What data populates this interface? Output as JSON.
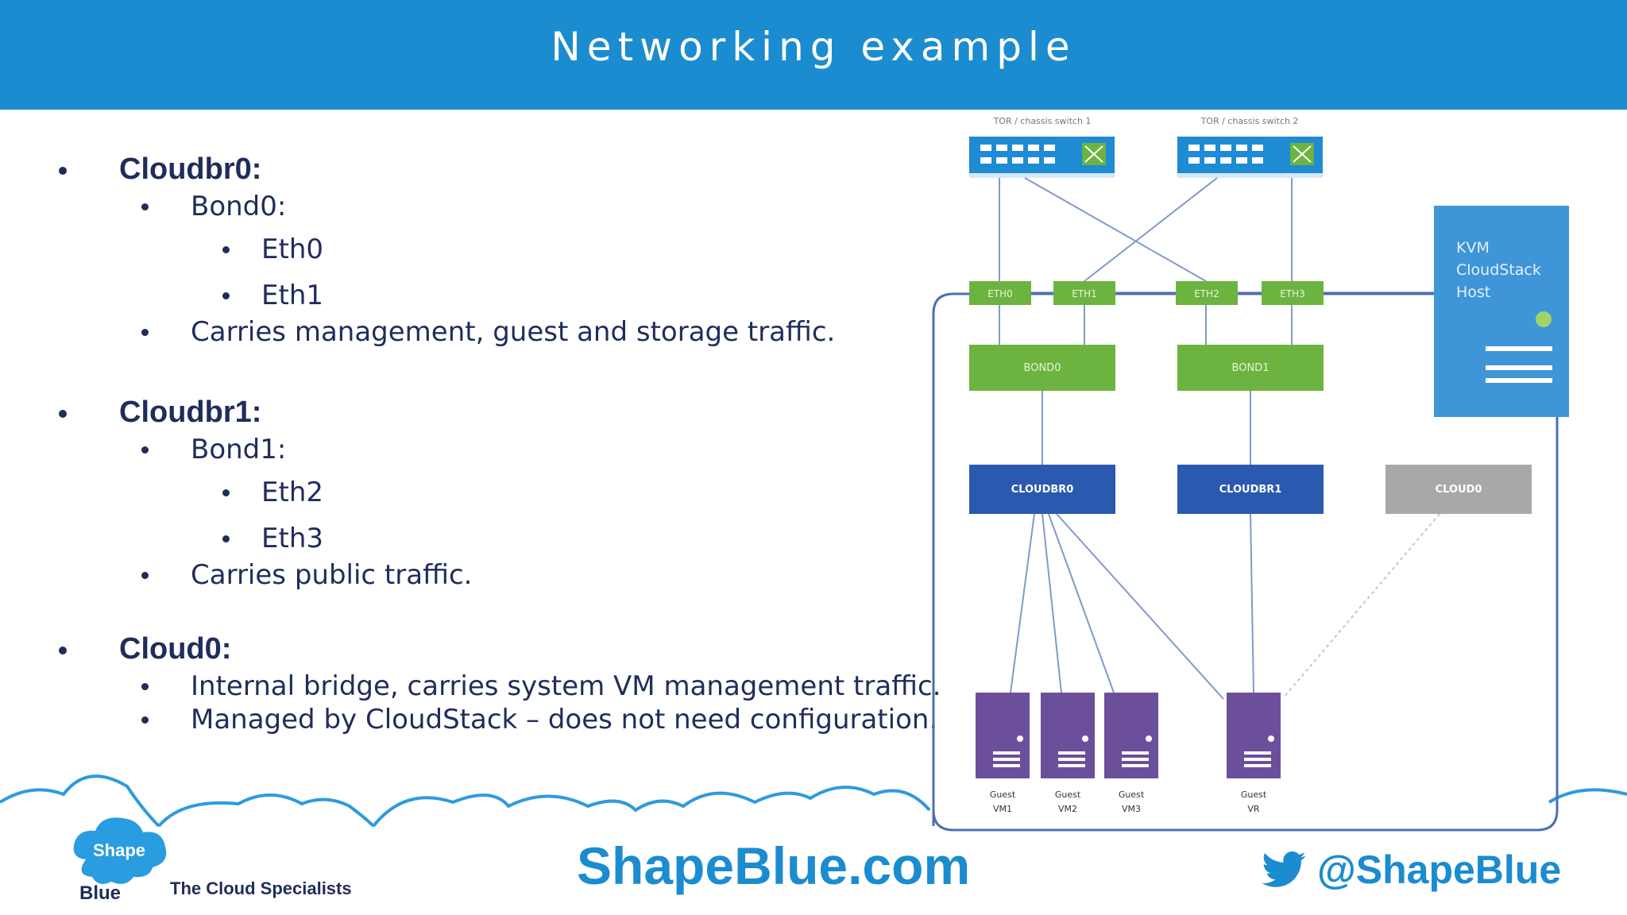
{
  "header": {
    "title": "Networking example",
    "color": "#1b8ccf"
  },
  "bullets": [
    {
      "label": "Cloudbr0:",
      "children": [
        {
          "label": "Bond0:",
          "children": [
            "Eth0",
            "Eth1"
          ]
        },
        {
          "label": "Carries management, guest and storage traffic."
        }
      ]
    },
    {
      "label": "Cloudbr1:",
      "children": [
        {
          "label": "Bond1:",
          "children": [
            "Eth2",
            "Eth3"
          ]
        },
        {
          "label": "Carries public traffic."
        }
      ]
    },
    {
      "label": "Cloud0:",
      "children": [
        {
          "label": "Internal bridge, carries system VM management traffic."
        },
        {
          "label": "Managed by CloudStack – does not need configuration."
        }
      ]
    }
  ],
  "diagram": {
    "switches": [
      "TOR / chassis switch 1",
      "TOR / chassis switch 2"
    ],
    "nics": [
      "ETH0",
      "ETH1",
      "ETH2",
      "ETH3"
    ],
    "bonds": [
      "BOND0",
      "BOND1"
    ],
    "bridges": [
      "CLOUDBR0",
      "CLOUDBR1",
      "CLOUD0"
    ],
    "host": {
      "line1": "KVM",
      "line2": "CloudStack",
      "line3": "Host"
    },
    "vms": [
      {
        "line1": "Guest",
        "line2": "VM1"
      },
      {
        "line1": "Guest",
        "line2": "VM2"
      },
      {
        "line1": "Guest",
        "line2": "VM3"
      },
      {
        "line1": "Guest",
        "line2": "VR"
      }
    ],
    "colors": {
      "switch": "#1e8bd2",
      "nic_bond": "#6db33f",
      "bridge": "#2a59b0",
      "bridge_internal": "#a8a8a8",
      "host": "#3e95d8",
      "vm": "#6c4f9a",
      "lines": "#7f9bc9",
      "host_border": "#4d6fb0"
    }
  },
  "footer": {
    "url": "ShapeBlue.com",
    "twitter": "@ShapeBlue",
    "logo_word1": "Shape",
    "logo_word2": "Blue",
    "tagline": "The Cloud Specialists"
  }
}
